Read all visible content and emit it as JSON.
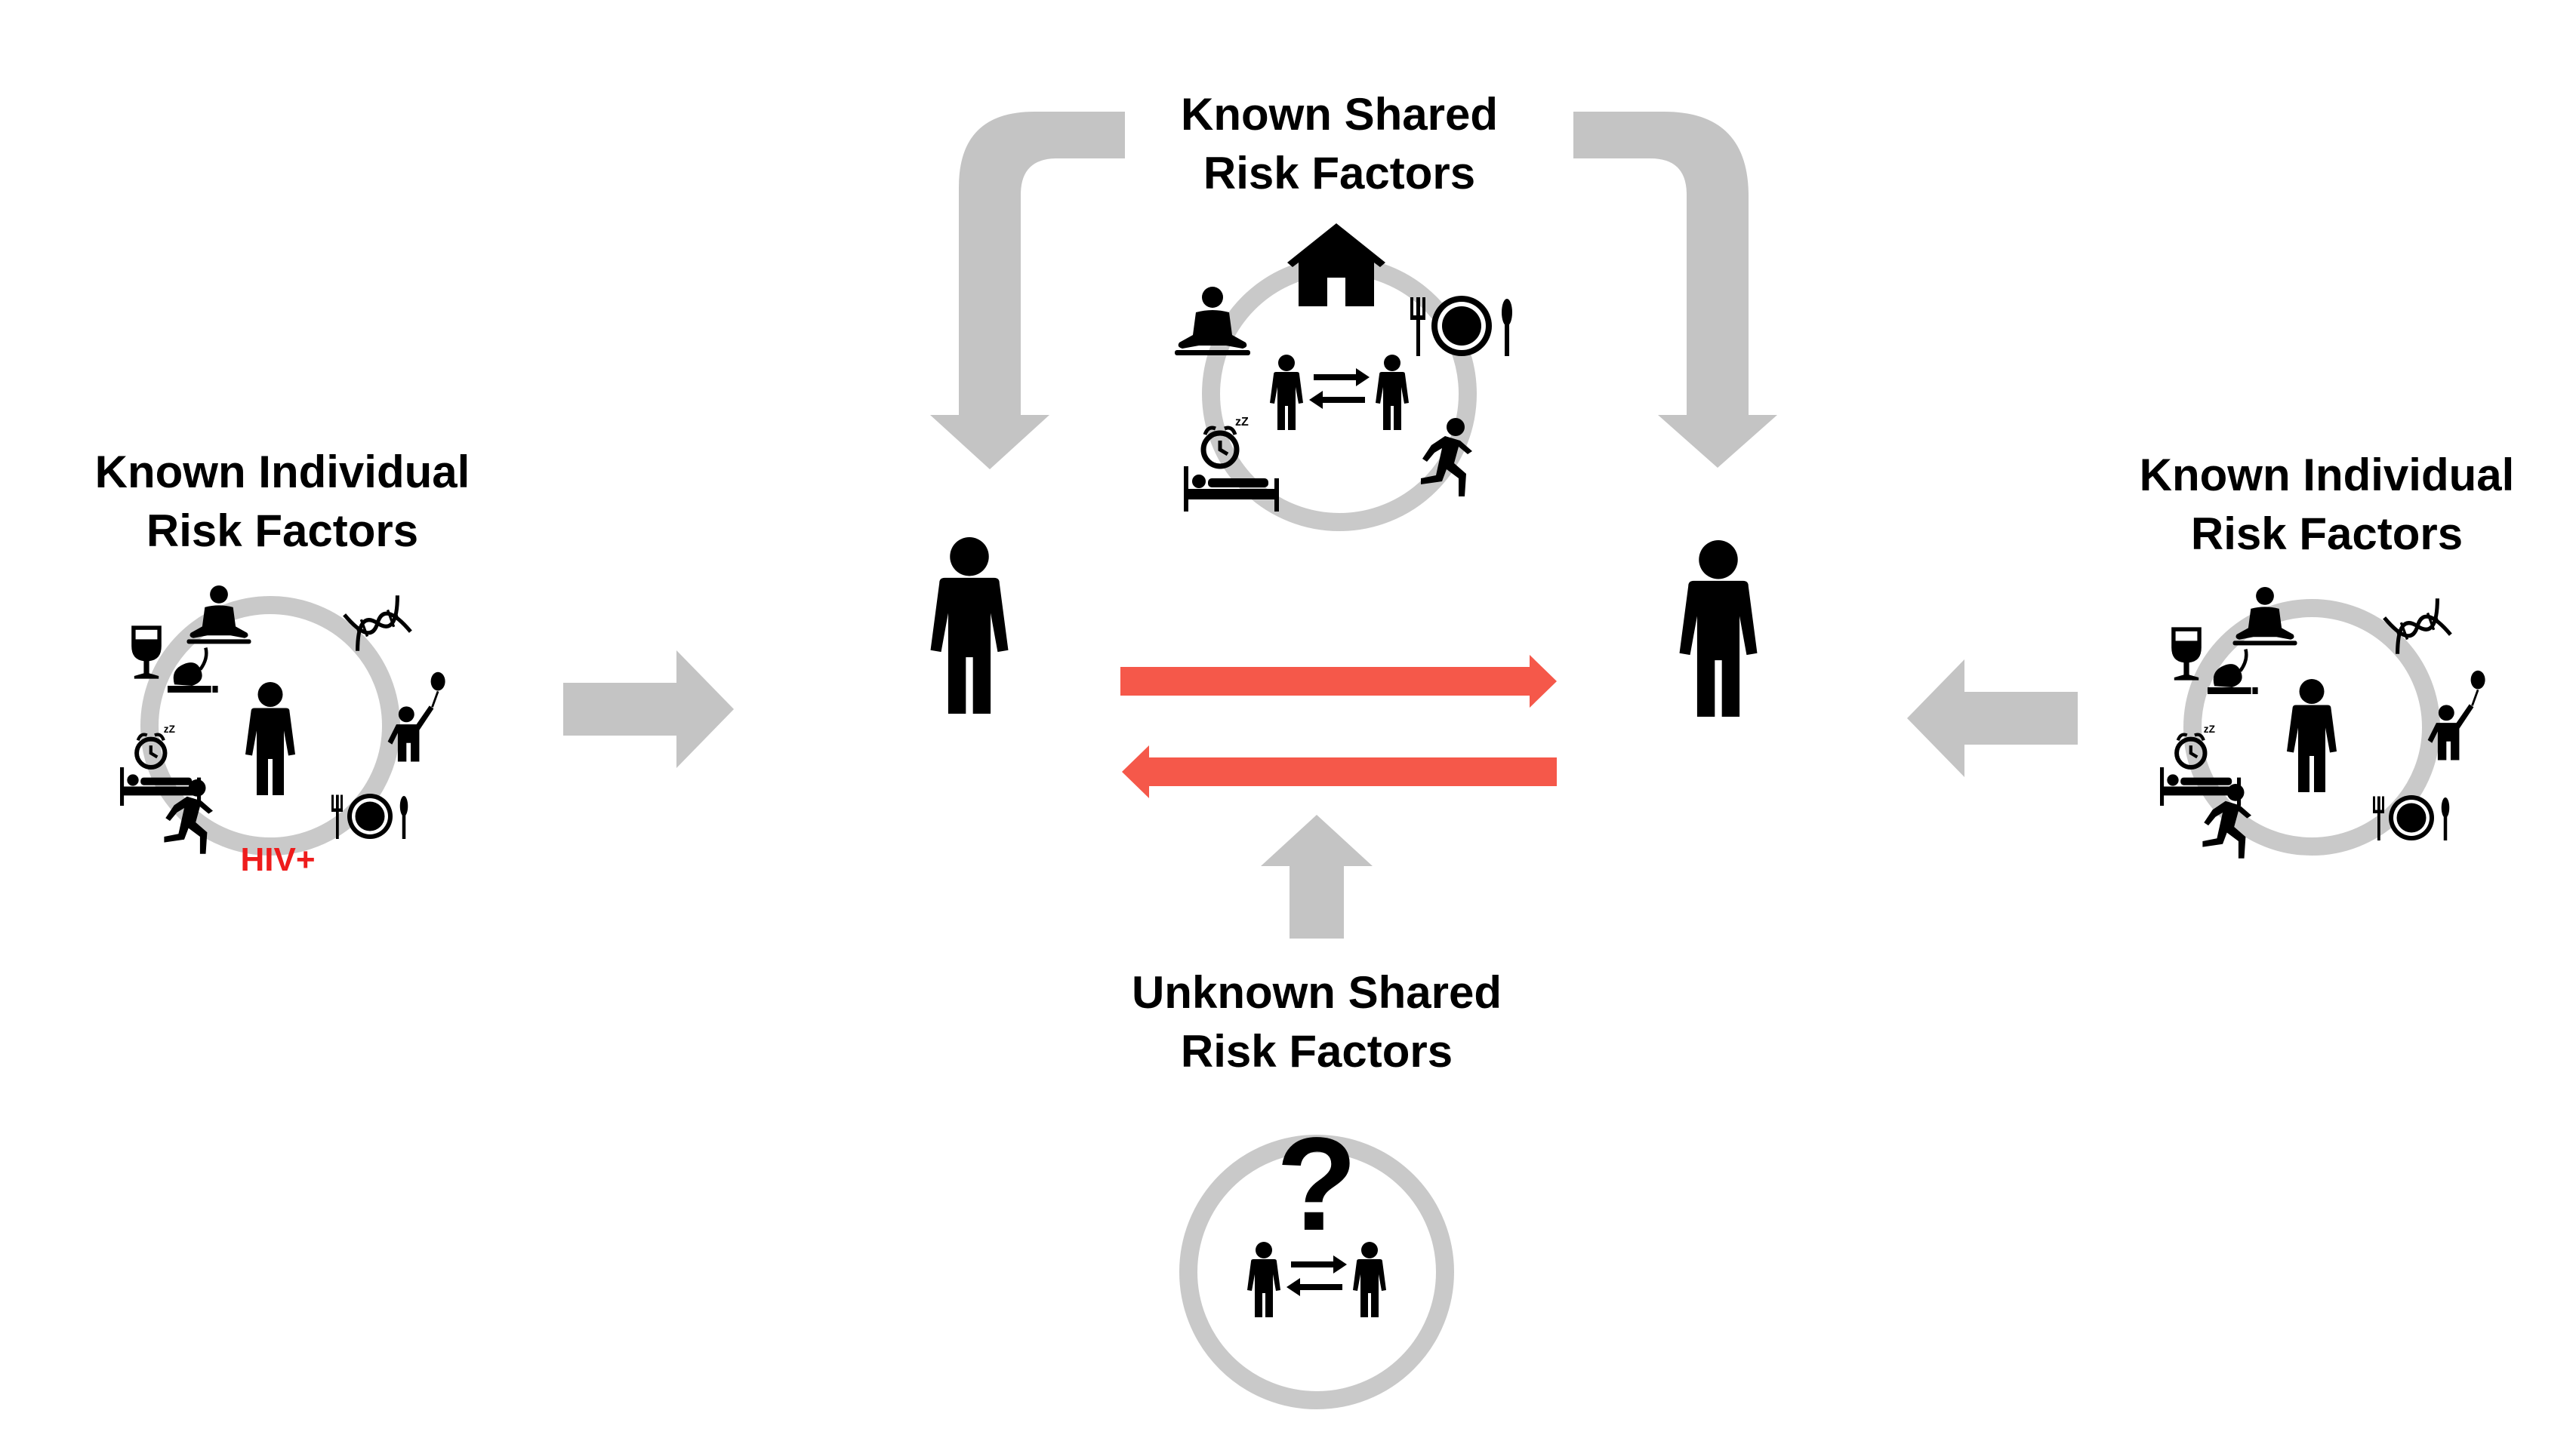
{
  "labels": {
    "known_shared_line1": "Known Shared",
    "known_shared_line2": "Risk Factors",
    "known_individual_left_line1": "Known Individual",
    "known_individual_left_line2": "Risk Factors",
    "known_individual_right_line1": "Known Individual",
    "known_individual_right_line2": "Risk Factors",
    "unknown_shared_line1": "Unknown Shared",
    "unknown_shared_line2": "Risk Factors",
    "hiv_tag": "HIV+",
    "question_mark": "?"
  },
  "colors": {
    "gray_arrow": "#c4c4c4",
    "ring": "#c9c9c9",
    "red_arrow": "#f5584a",
    "hiv_text": "#ee1c1c",
    "icon": "#000000"
  },
  "icons": [
    "person-icon",
    "house-icon",
    "meditation-icon",
    "plate-cutlery-icon",
    "bed-alarm-icon",
    "runner-icon",
    "wine-icon",
    "smoking-icon",
    "dna-icon",
    "child-balloon-icon",
    "question-icon",
    "exchange-arrows-icon"
  ]
}
